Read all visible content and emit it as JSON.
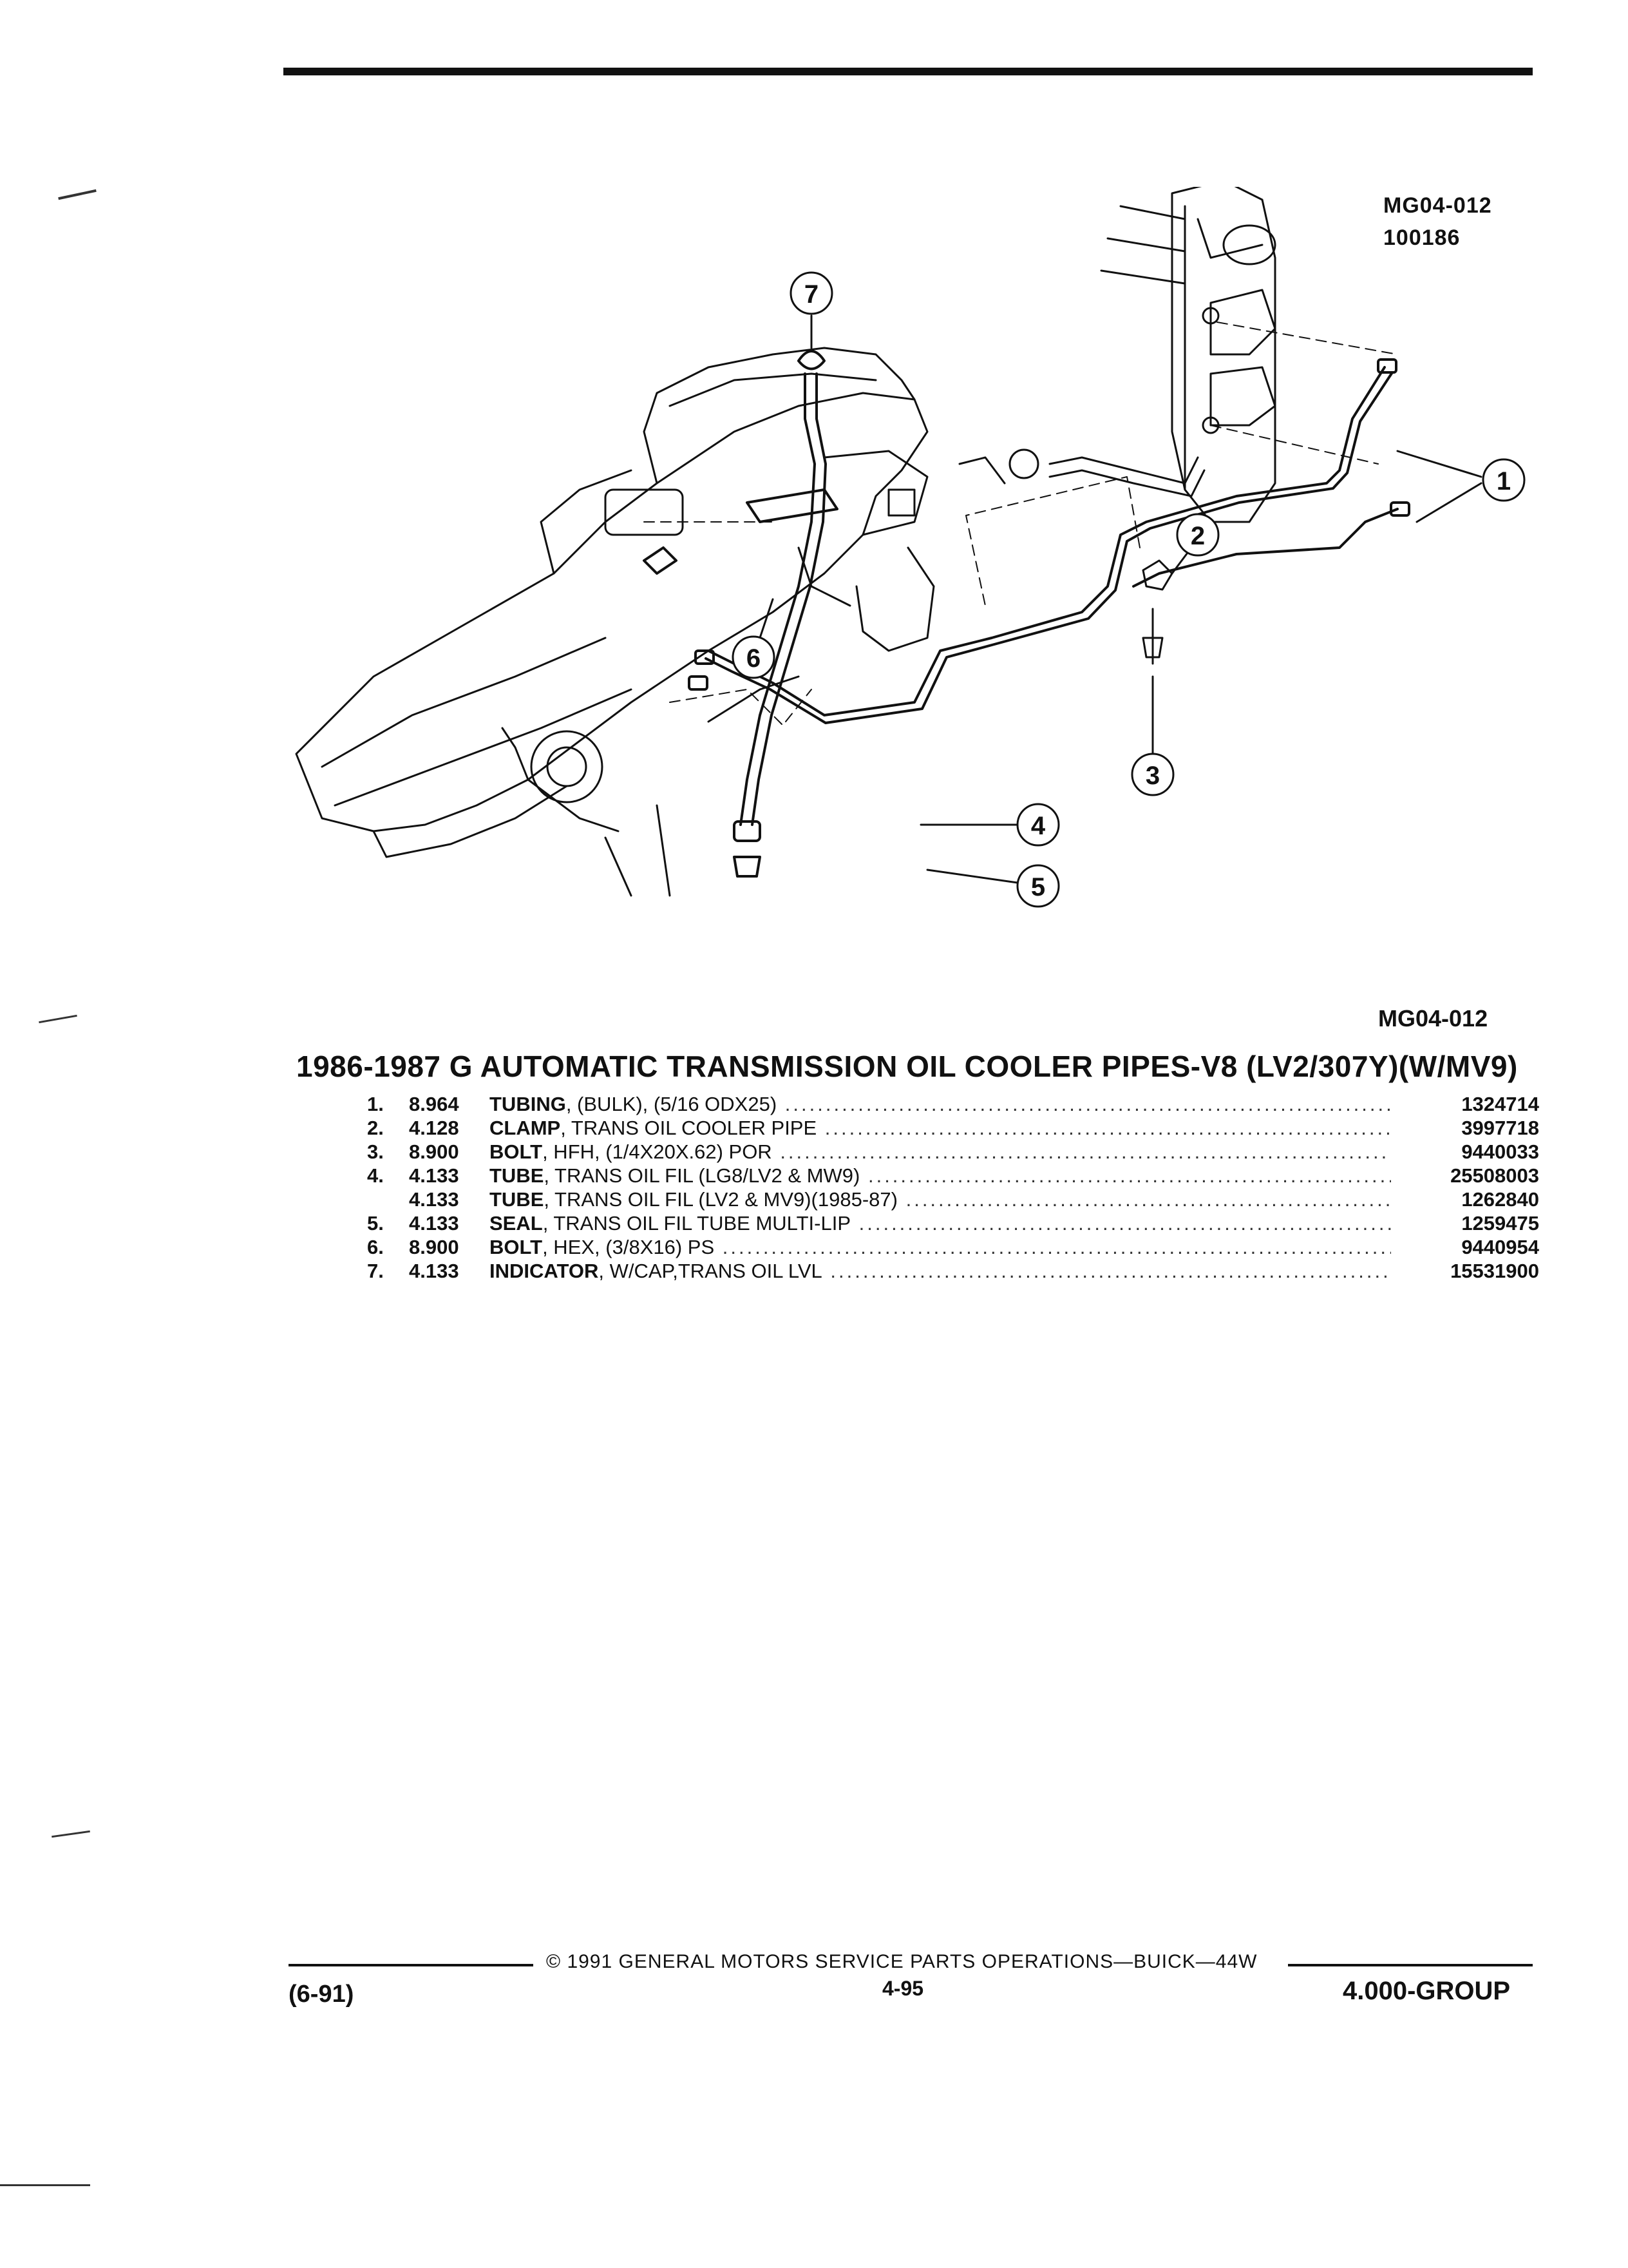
{
  "figure": {
    "code_top": "MG04-012",
    "code_top_sub": "100186",
    "code_bottom": "MG04-012",
    "callouts": [
      "1",
      "2",
      "3",
      "4",
      "5",
      "6",
      "7"
    ]
  },
  "section": {
    "title": "1986-1987 G AUTOMATIC TRANSMISSION OIL COOLER PIPES-V8 (LV2/307Y)(W/MV9)"
  },
  "parts": [
    {
      "no": "1.",
      "group": "8.964",
      "noun": "TUBING",
      "detail": ", (BULK), (5/16 ODX25)",
      "part_number": "1324714"
    },
    {
      "no": "2.",
      "group": "4.128",
      "noun": "CLAMP",
      "detail": ", TRANS OIL COOLER PIPE",
      "part_number": "3997718"
    },
    {
      "no": "3.",
      "group": "8.900",
      "noun": "BOLT",
      "detail": ", HFH, (1/4X20X.62) POR",
      "part_number": "9440033"
    },
    {
      "no": "4.",
      "group": "4.133",
      "noun": "TUBE",
      "detail": ", TRANS OIL FIL (LG8/LV2 & MW9)",
      "part_number": "25508003"
    },
    {
      "no": "",
      "group": "4.133",
      "noun": "TUBE",
      "detail": ", TRANS OIL FIL (LV2 & MV9)(1985-87)",
      "part_number": "1262840"
    },
    {
      "no": "5.",
      "group": "4.133",
      "noun": "SEAL",
      "detail": ", TRANS OIL FIL TUBE MULTI-LIP",
      "part_number": "1259475"
    },
    {
      "no": "6.",
      "group": "8.900",
      "noun": "BOLT",
      "detail": ", HEX, (3/8X16) PS",
      "part_number": "9440954"
    },
    {
      "no": "7.",
      "group": "4.133",
      "noun": "INDICATOR",
      "detail": ", W/CAP,TRANS OIL LVL",
      "part_number": "15531900"
    }
  ],
  "footer": {
    "copyright": "© 1991 GENERAL MOTORS SERVICE PARTS OPERATIONS—BUICK—44W",
    "date_code": "(6-91)",
    "page": "4-95",
    "group": "4.000-GROUP"
  }
}
